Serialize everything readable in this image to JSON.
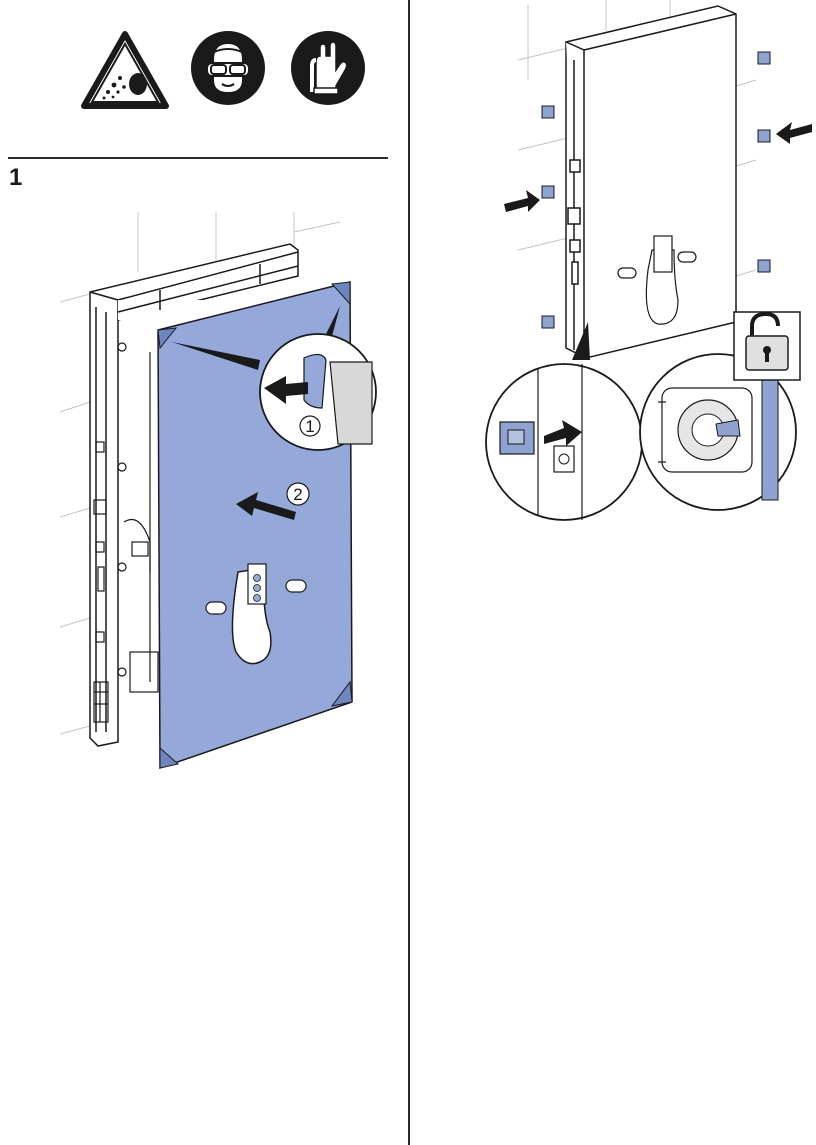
{
  "step": {
    "number": "1"
  },
  "callouts": {
    "one": "1",
    "two": "2"
  },
  "safety_icons": [
    "flying-particles-warning-icon",
    "wear-eye-protection-icon",
    "wear-gloves-icon"
  ],
  "colors": {
    "panel_blue": "#94A9D9",
    "panel_blue_dark": "#6E86BF",
    "clip_blue": "#8FA3D3",
    "ink": "#1a1a1a",
    "wall_line": "#bdbdbd"
  }
}
